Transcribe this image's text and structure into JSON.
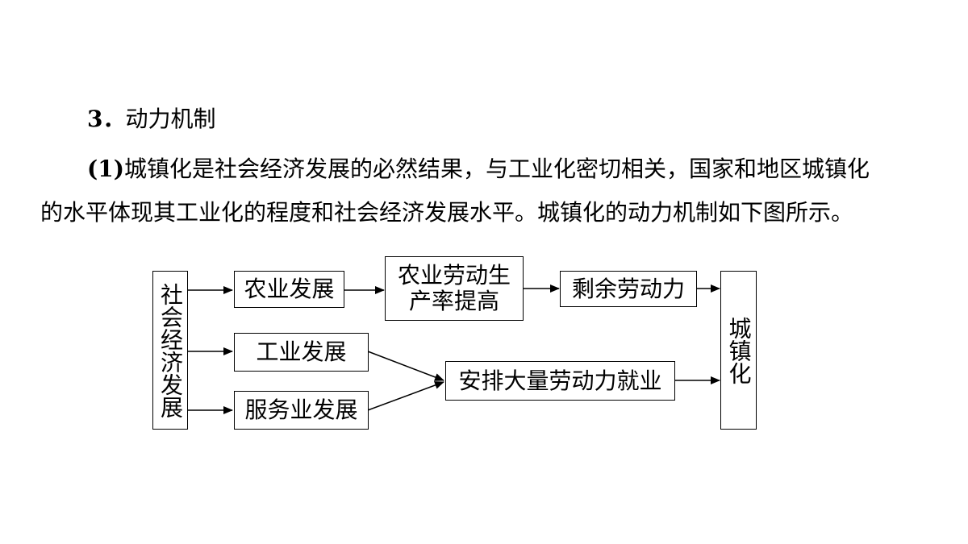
{
  "heading": {
    "number": "3．",
    "title": "动力机制"
  },
  "paragraph": {
    "marker": "(1)",
    "line1": "城镇化是社会经济发展的必然结果，与工业化密切相关，国家和地区城镇化",
    "line2": "的水平体现其工业化的程度和社会经济发展水平。城镇化的动力机制如下图所示。"
  },
  "diagram": {
    "source": "社会经济发展",
    "agriculture": "农业发展",
    "productivity": "农业劳动生产率提高",
    "surplus_labor": "剩余劳动力",
    "industry": "工业发展",
    "services": "服务业发展",
    "employment": "安排大量劳动力就业",
    "result": "城镇化"
  }
}
